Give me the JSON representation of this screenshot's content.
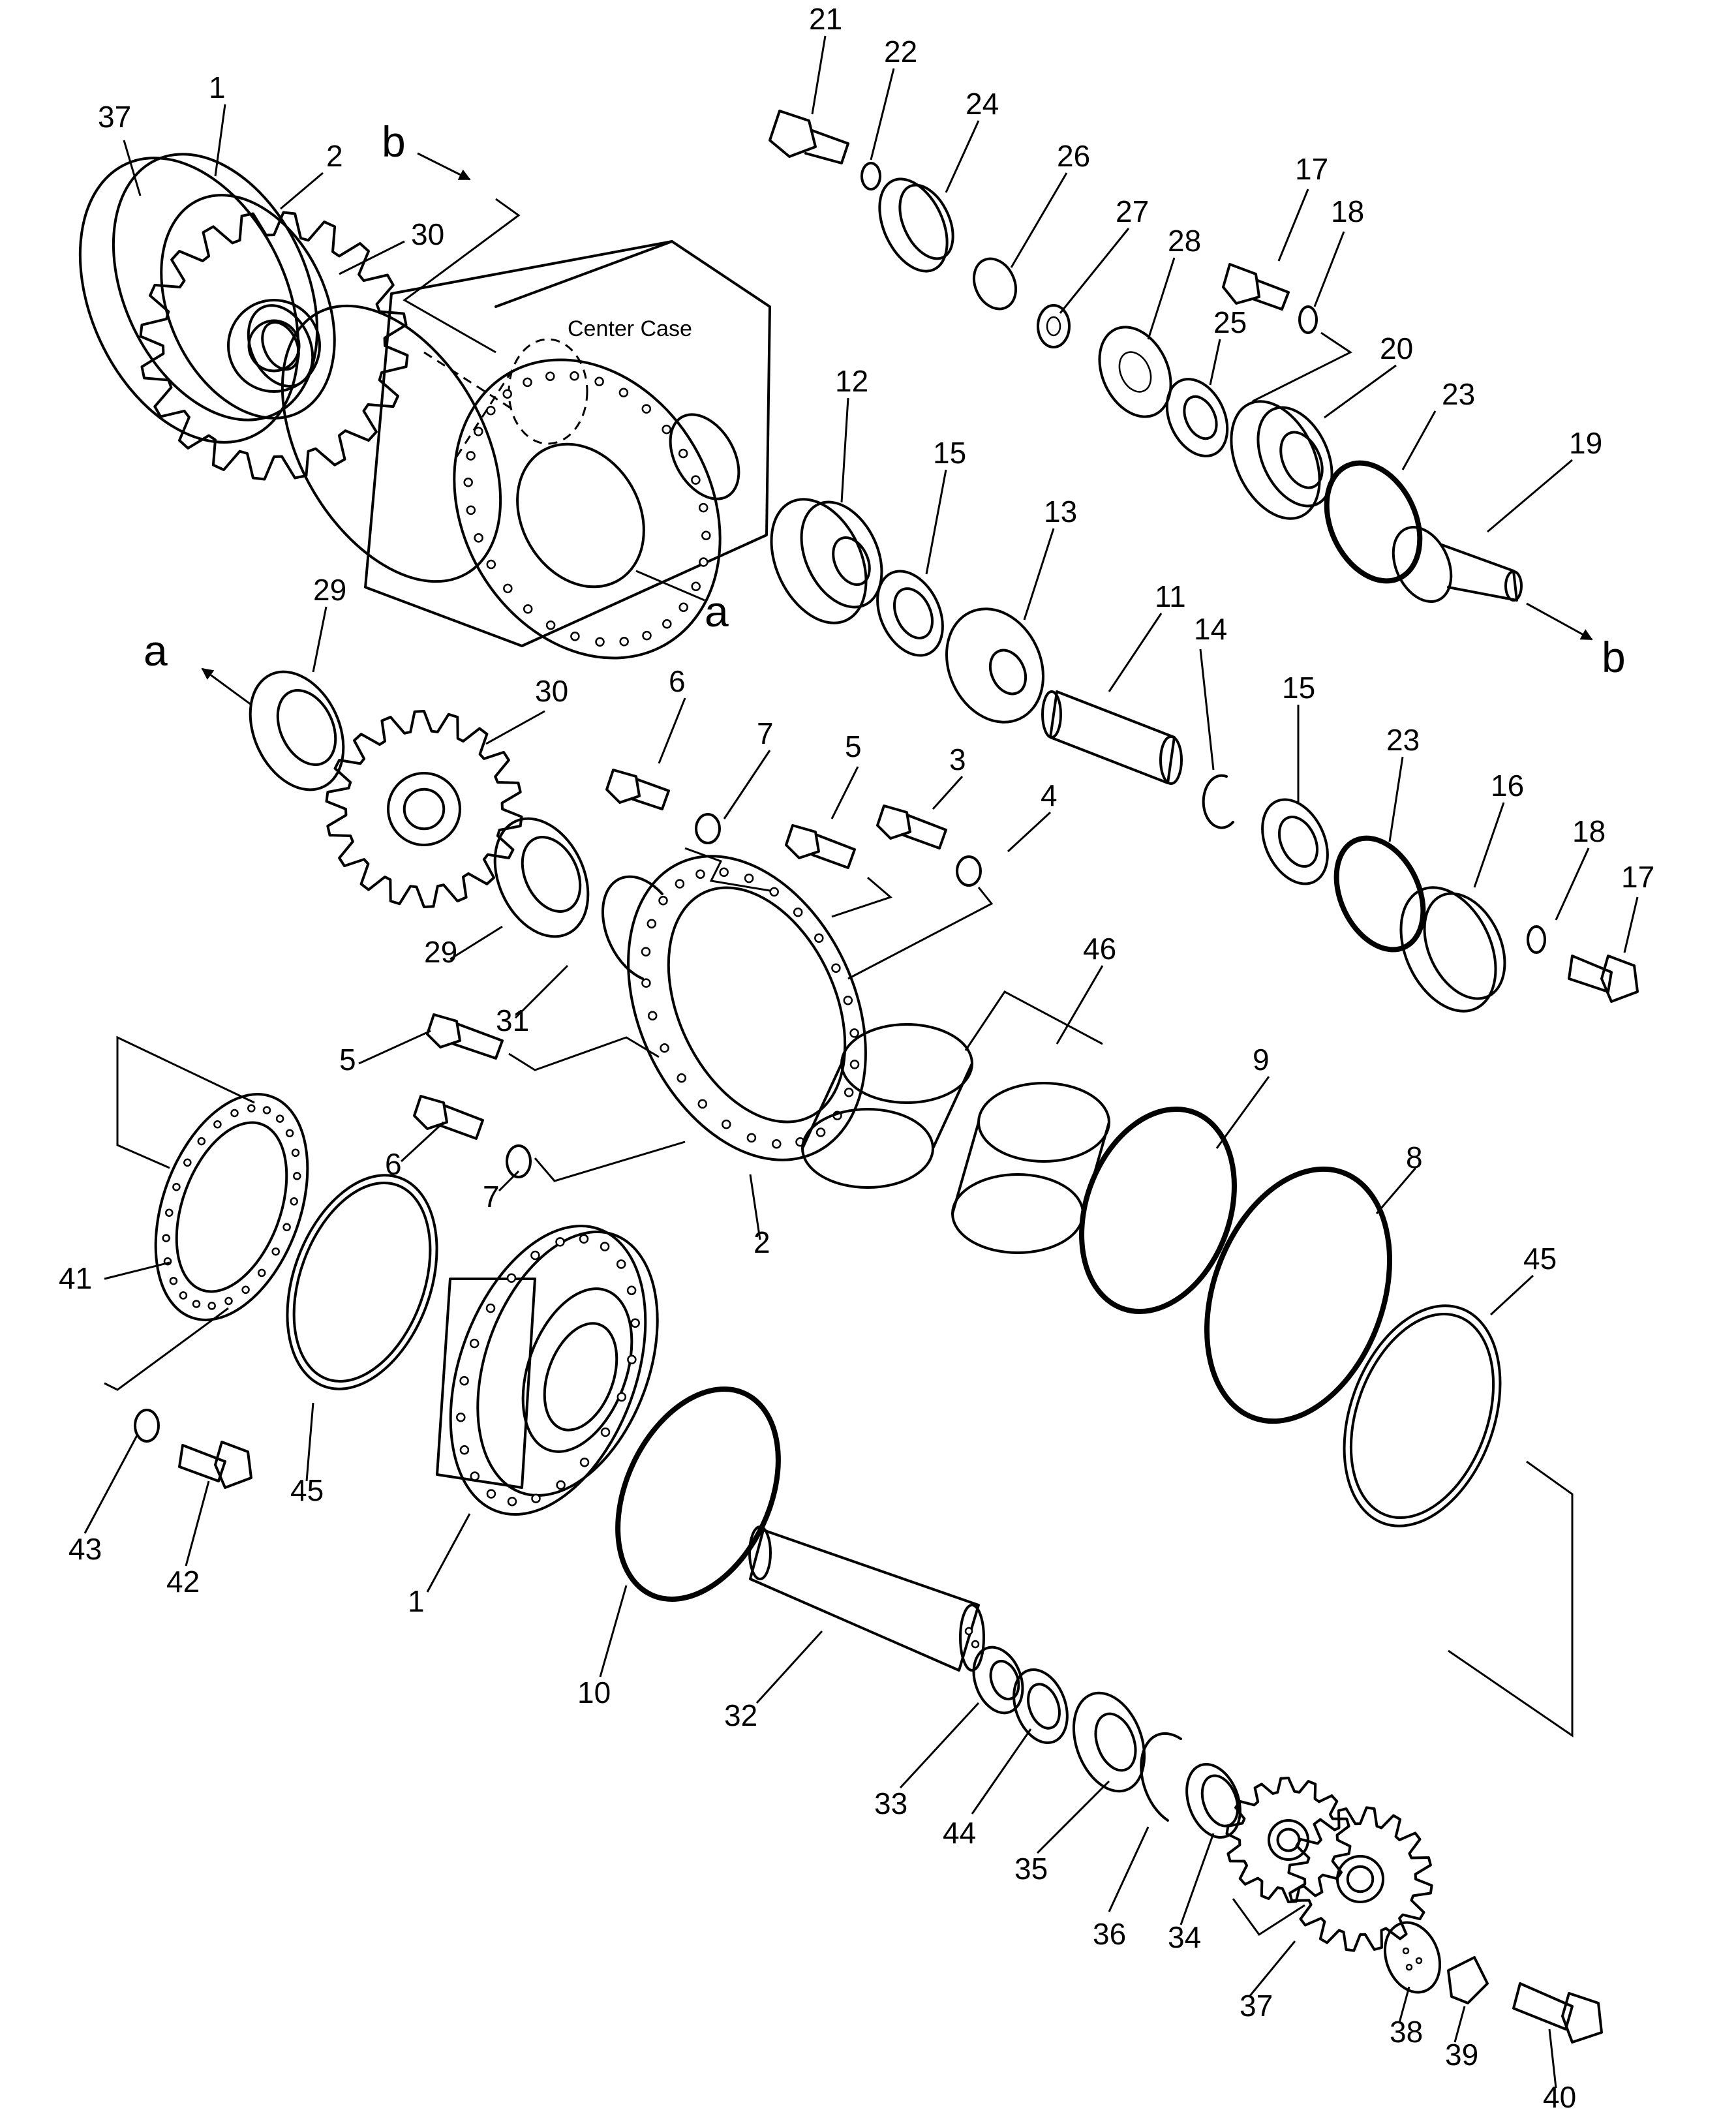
{
  "center_case_label": "Center Case",
  "ref_markers": [
    "a",
    "b"
  ],
  "part_numbers": [
    "1",
    "2",
    "3",
    "4",
    "5",
    "6",
    "7",
    "8",
    "9",
    "10",
    "11",
    "12",
    "13",
    "14",
    "15",
    "16",
    "17",
    "18",
    "19",
    "20",
    "21",
    "22",
    "23",
    "24",
    "25",
    "26",
    "27",
    "28",
    "29",
    "30",
    "31",
    "32",
    "33",
    "34",
    "35",
    "36",
    "37",
    "38",
    "39",
    "40",
    "41",
    "42",
    "43",
    "44",
    "45",
    "46"
  ]
}
